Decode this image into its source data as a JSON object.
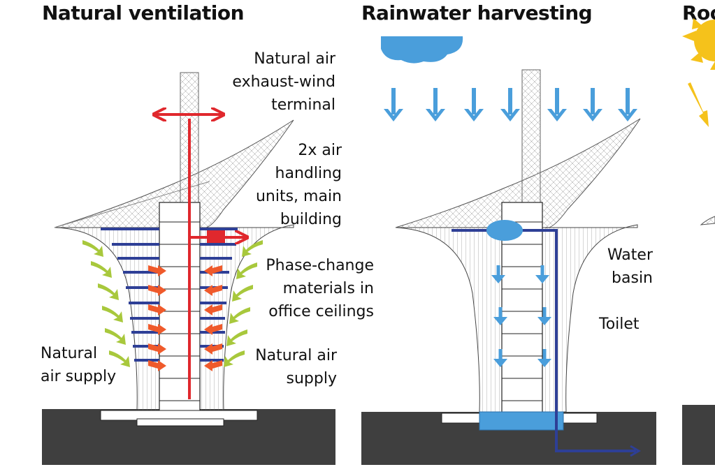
{
  "panels": [
    {
      "title": "Natural ventilation",
      "labels": {
        "exhaust": "Natural air\nexhaust-wind\nterminal",
        "ahu": "2x air\nhandling\nunits, main\nbuilding",
        "pcm": "Phase-change\nmaterials in\noffice ceilings",
        "supply_left": "Natural\nair supply",
        "supply_right": "Natural air\nsupply"
      }
    },
    {
      "title": "Rainwater harvesting",
      "labels": {
        "basin": "Water\nbasin",
        "toilet": "Toilet"
      }
    },
    {
      "title": "Roo"
    }
  ],
  "colors": {
    "exhaust_red": "#e0282d",
    "warm_arrow": "#ef5a2b",
    "fresh_air": "#a8c83c",
    "floor_slab": "#2e3f96",
    "rain": "#4a9edb",
    "ground": "#3f3f3f",
    "sun": "#f5c21b"
  },
  "icons": [
    "cloud-icon",
    "sun-icon",
    "wind-turbine-mast"
  ]
}
